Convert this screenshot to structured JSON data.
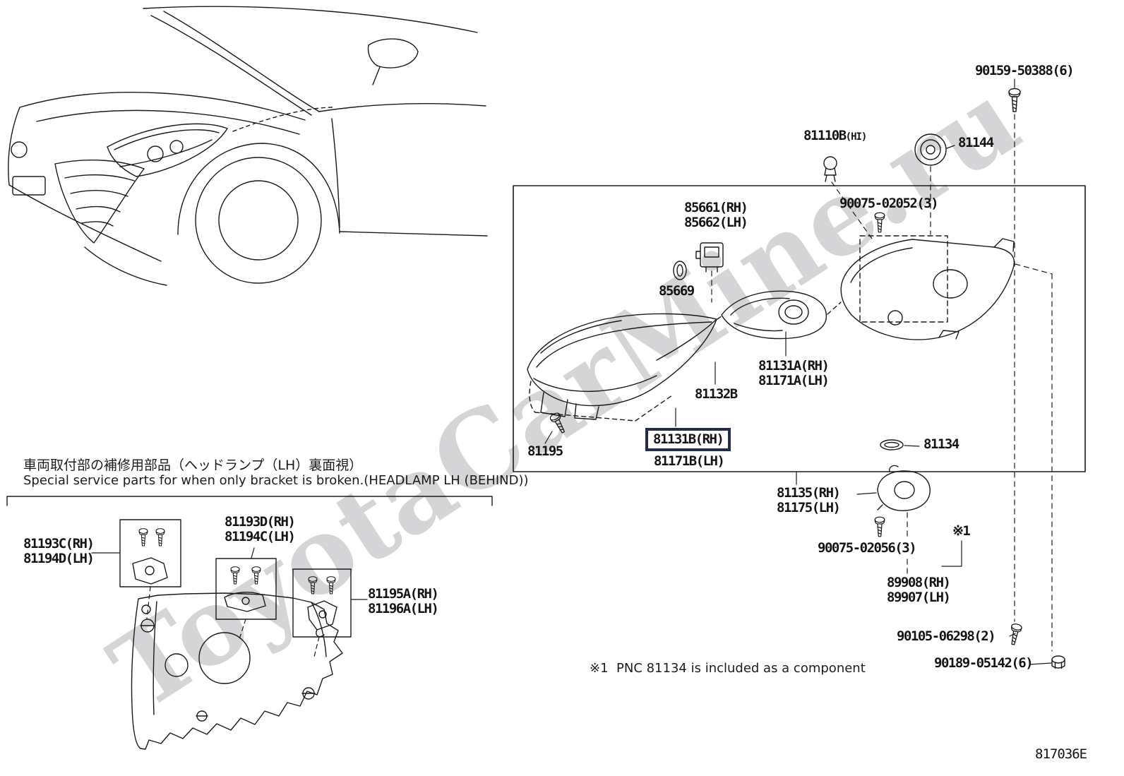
{
  "watermark": "ToyotaCarMine.ru",
  "diagram_code": "817036E",
  "footnote": {
    "ref": "※1",
    "text": "PNC 81134 is included as a component"
  },
  "special_section": {
    "title_jp": "車両取付部の補修用部品（ヘッドランプ（LH）裏面視）",
    "title_en": "Special service parts for when only bracket is broken.(HEADLAMP LH (BEHIND))"
  },
  "colors": {
    "highlight_border": "#232d49",
    "line": "#1a1a1a"
  },
  "parts": {
    "p90159": "90159-50388(6)",
    "p81110b": "81110B",
    "p81110b_hi": "(HI)",
    "p81144": "81144",
    "p90075_02052": "90075-02052(3)",
    "p85661": "85661(RH)",
    "p85662": "85662(LH)",
    "p85669": "85669",
    "p81131a": "81131A(RH)",
    "p81171a": "81171A(LH)",
    "p81132b": "81132B",
    "p81131b": "81131B(RH)",
    "p81171b": "81171B(LH)",
    "p81195": "81195",
    "p81134": "81134",
    "p81135": "81135(RH)",
    "p81175": "81175(LH)",
    "p90075_02056": "90075-02056(3)",
    "ref1": "※1",
    "p89908": "89908(RH)",
    "p89907": "89907(LH)",
    "p90105": "90105-06298(2)",
    "p90189": "90189-05142(6)",
    "p81193c": "81193C(RH)",
    "p81194d": "81194D(LH)",
    "p81193d": "81193D(RH)",
    "p81194c": "81194C(LH)",
    "p81195a": "81195A(RH)",
    "p81196a": "81196A(LH)"
  }
}
